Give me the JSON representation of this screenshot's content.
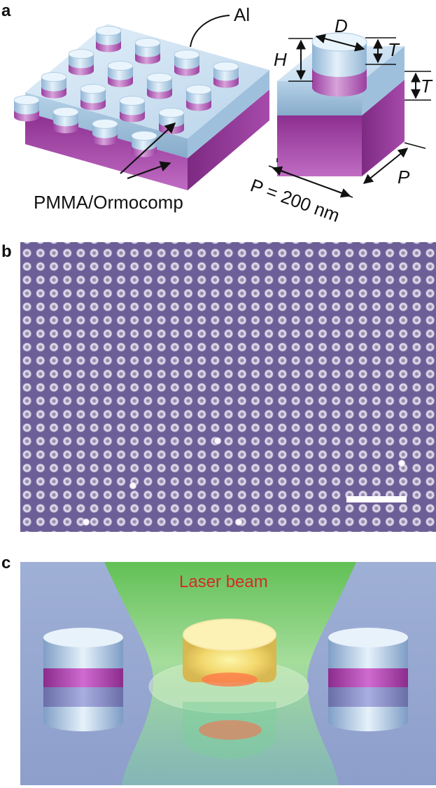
{
  "panels": {
    "a": {
      "letter": "a",
      "al_label": "Al",
      "pmma_label": "PMMA/Ormocomp",
      "h_label": "H",
      "d_label": "D",
      "t_label_top": "T",
      "t_label_side": "T",
      "p_label_bottom": "P = 200 nm",
      "p_label_side": "P"
    },
    "b": {
      "letter": "b"
    },
    "c": {
      "letter": "c",
      "beam_label": "Laser beam"
    }
  },
  "colors": {
    "slab_top": "#cfe3f3",
    "slab_side": "#8fb5d3",
    "pmma": "#a545a8",
    "sem_background": "#6c5e96",
    "laser_text": "#d42a2a",
    "beam": "#79d36a"
  }
}
